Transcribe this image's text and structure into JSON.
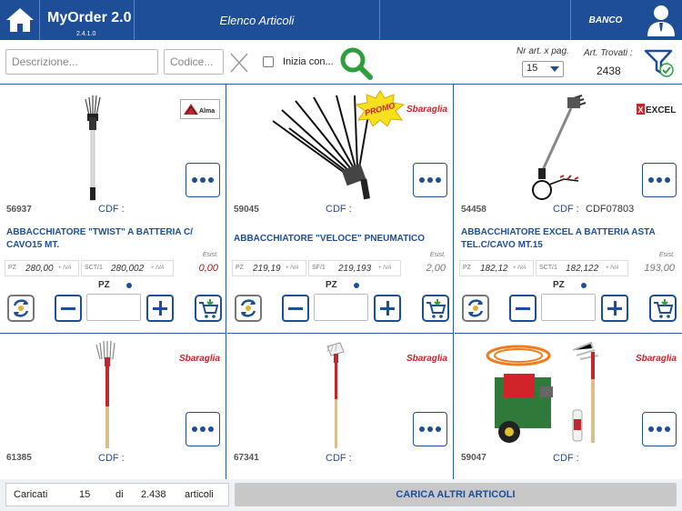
{
  "header": {
    "app_name": "MyOrder 2.0",
    "version": "2.4.1.0",
    "title": "Elenco Articoli",
    "role": "BANCO"
  },
  "search": {
    "description_placeholder": "Descrizione...",
    "code_placeholder": "Codice...",
    "starts_with_label": "Inizia con...",
    "per_page_label": "Nr art. x pag.",
    "per_page_value": "15",
    "found_label": "Art. Trovati :",
    "found_count": "2438"
  },
  "products": [
    {
      "code": "56937",
      "cdf_label": "CDF :",
      "cdf_value": "",
      "name": "ABBACCHIATORE \"TWIST\" A BATTERIA C/ CAVO15 MT.",
      "brand": "Alma",
      "price1_label": "PZ",
      "price1": "280,00",
      "price2_label": "SCT/1",
      "price2": "280,002",
      "iva": "+ IVA",
      "stock_label": "Esist.",
      "stock": "0,00",
      "stock_color": "#a01818",
      "unit": "PZ"
    },
    {
      "code": "59045",
      "cdf_label": "CDF :",
      "cdf_value": "",
      "name": "ABBACCHIATORE \"VELOCE\" PNEUMATICO",
      "brand": "Sbaraglia",
      "promo": "PROMO",
      "price1_label": "PZ",
      "price1": "219,19",
      "price2_label": "SF/1",
      "price2": "219,193",
      "iva": "+ IVA",
      "stock_label": "Esist.",
      "stock": "2,00",
      "stock_color": "#777777",
      "unit": "PZ"
    },
    {
      "code": "54458",
      "cdf_label": "CDF :",
      "cdf_value": "CDF07803",
      "name": "ABBACCHIATORE EXCEL A BATTERIA ASTA TEL.C/CAVO MT.15",
      "brand": "EXCEL",
      "price1_label": "PZ",
      "price1": "182,12",
      "price2_label": "SCT/1",
      "price2": "182,122",
      "iva": "+ IVA",
      "stock_label": "Esist.",
      "stock": "193,00",
      "stock_color": "#777777",
      "unit": "PZ"
    },
    {
      "code": "61385",
      "cdf_label": "CDF :",
      "cdf_value": "",
      "brand": "Sbaraglia"
    },
    {
      "code": "67341",
      "cdf_label": "CDF :",
      "cdf_value": "",
      "brand": "Sbaraglia"
    },
    {
      "code": "59047",
      "cdf_label": "CDF :",
      "cdf_value": "",
      "brand": "Sbaraglia"
    }
  ],
  "footer": {
    "loaded_label": "Caricati",
    "loaded_count": "15",
    "of_label": "di",
    "total": "2.438",
    "items_label": "articoli",
    "load_more_label": "CARICA  ALTRI ARTICOLI"
  },
  "colors": {
    "primary": "#1d4e97",
    "search_green": "#2e9e3e",
    "brand_red": "#c0282c"
  }
}
